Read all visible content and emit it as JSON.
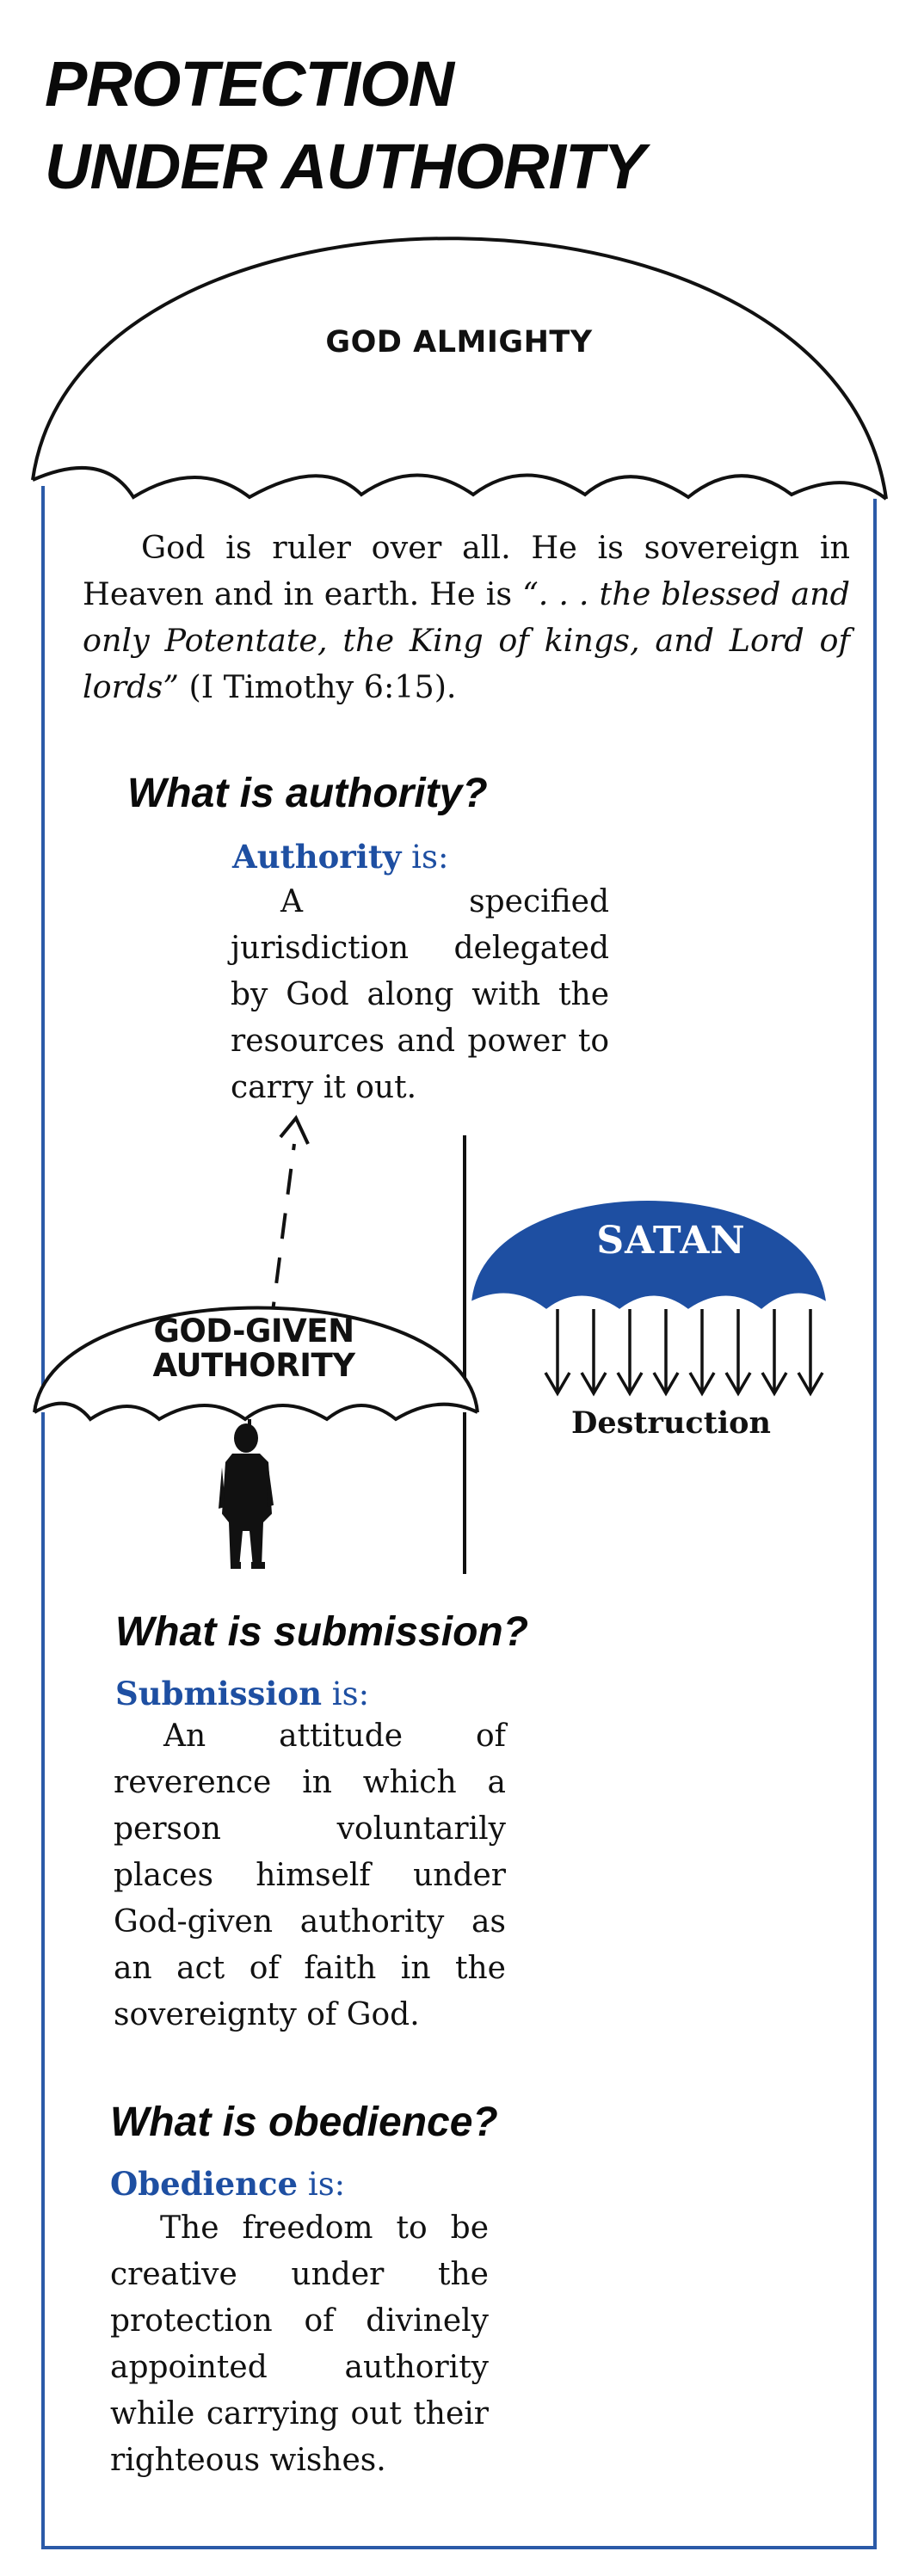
{
  "title_lines": [
    "PROTECTION",
    "UNDER AUTHORITY"
  ],
  "top_umbrella_label": "GOD ALMIGHTY",
  "intro": {
    "plain_start": "God is ruler over all. He is sovereign in Heaven and in earth. He is ",
    "quote": "“. . . the blessed and only Potentate, the King of kings, and Lord of lords”",
    "reference": " (I Timothy 6:15)."
  },
  "sections": {
    "authority": {
      "question": "What is authority?",
      "term": "Authority",
      "term_suffix": " is:",
      "definition": "A specified jurisdiction delegated by God along with the resources and power to carry it out."
    },
    "submission": {
      "question": "What is submission?",
      "term": "Submission",
      "term_suffix": " is:",
      "definition": "An attitude of reverence in which a person voluntarily places himself under God-given authority as an act of faith in the sovereignty of God."
    },
    "obedience": {
      "question": "What is obedience?",
      "term": "Obedience",
      "term_suffix": " is:",
      "definition": "The freedom to be creative under the protection of divinely appointed authority while carrying out their righteous wishes."
    }
  },
  "small_umbrella_label_lines": [
    "GOD-GIVEN",
    "AUTHORITY"
  ],
  "satan_umbrella_label": "SATAN",
  "destruction_label": "Destruction",
  "colors": {
    "accent_blue": "#1e4fa2",
    "border_blue": "#2b5aa8",
    "ink": "#111111"
  },
  "icons": {
    "figure": "standing-man-icon",
    "arrow": "dashed-up-arrow-icon",
    "down_arrows": "down-arrow-icon"
  }
}
